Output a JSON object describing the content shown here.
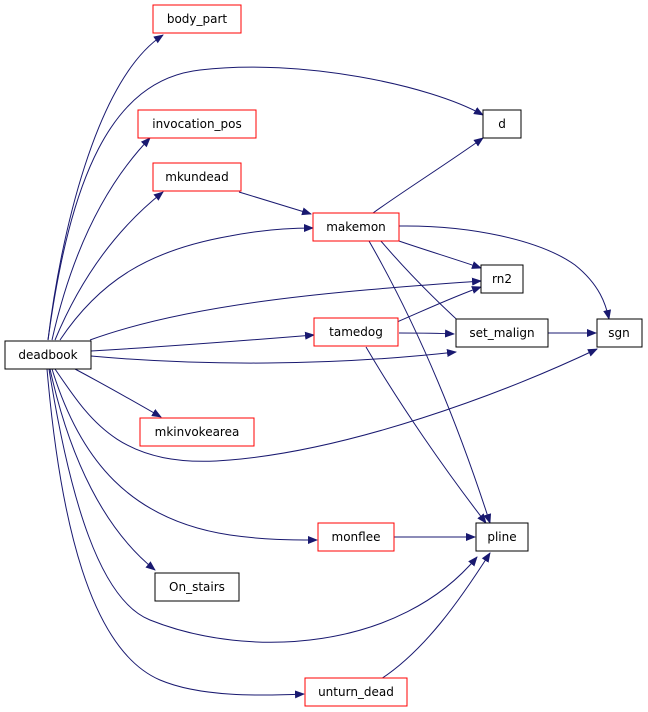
{
  "colors": {
    "edge": "#191970",
    "root_fill": "#bfbfbf",
    "red_border": "#ff0000",
    "black_border": "#000000"
  },
  "nodes": {
    "deadbook": {
      "label": "deadbook",
      "style": "root"
    },
    "body_part": {
      "label": "body_part",
      "style": "red"
    },
    "d": {
      "label": "d",
      "style": "black"
    },
    "invocation_pos": {
      "label": "invocation_pos",
      "style": "red"
    },
    "mkundead": {
      "label": "mkundead",
      "style": "red"
    },
    "makemon": {
      "label": "makemon",
      "style": "red"
    },
    "rn2": {
      "label": "rn2",
      "style": "black"
    },
    "tamedog": {
      "label": "tamedog",
      "style": "red"
    },
    "set_malign": {
      "label": "set_malign",
      "style": "black"
    },
    "sgn": {
      "label": "sgn",
      "style": "black"
    },
    "mkinvokearea": {
      "label": "mkinvokearea",
      "style": "red"
    },
    "monflee": {
      "label": "monflee",
      "style": "red"
    },
    "pline": {
      "label": "pline",
      "style": "black"
    },
    "On_stairs": {
      "label": "On_stairs",
      "style": "black"
    },
    "unturn_dead": {
      "label": "unturn_dead",
      "style": "red"
    }
  },
  "edges": [
    [
      "deadbook",
      "body_part"
    ],
    [
      "deadbook",
      "d"
    ],
    [
      "deadbook",
      "invocation_pos"
    ],
    [
      "deadbook",
      "mkundead"
    ],
    [
      "deadbook",
      "makemon"
    ],
    [
      "deadbook",
      "rn2"
    ],
    [
      "deadbook",
      "tamedog"
    ],
    [
      "deadbook",
      "set_malign"
    ],
    [
      "deadbook",
      "sgn"
    ],
    [
      "deadbook",
      "mkinvokearea"
    ],
    [
      "deadbook",
      "monflee"
    ],
    [
      "deadbook",
      "On_stairs"
    ],
    [
      "deadbook",
      "pline"
    ],
    [
      "deadbook",
      "unturn_dead"
    ],
    [
      "mkundead",
      "makemon"
    ],
    [
      "makemon",
      "d"
    ],
    [
      "makemon",
      "rn2"
    ],
    [
      "makemon",
      "set_malign"
    ],
    [
      "makemon",
      "sgn"
    ],
    [
      "makemon",
      "pline"
    ],
    [
      "tamedog",
      "rn2"
    ],
    [
      "tamedog",
      "set_malign"
    ],
    [
      "tamedog",
      "pline"
    ],
    [
      "set_malign",
      "sgn"
    ],
    [
      "monflee",
      "pline"
    ],
    [
      "unturn_dead",
      "pline"
    ]
  ]
}
